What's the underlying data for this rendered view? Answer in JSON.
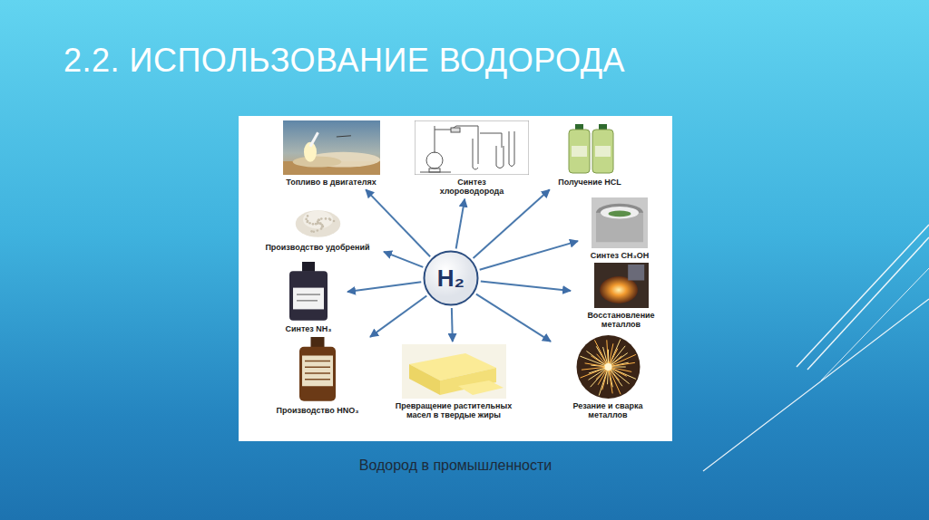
{
  "diagram": {
    "title": "2.2. ИСПОЛЬЗОВАНИЕ ВОДОРОДА",
    "caption": "Водород в промышленности",
    "nodes": [
      {
        "text": [
          "H₂"
        ]
      },
      {
        "text": [
          "Топливо в двигателях"
        ]
      },
      {
        "text": [
          "Синтез хлороводорода"
        ]
      },
      {
        "text": [
          "Получение HCL"
        ]
      },
      {
        "text": [
          "Синтез CH₃OH"
        ]
      },
      {
        "text": [
          "Восстановление металлов"
        ]
      },
      {
        "text": [
          "Резание и сварка металлов"
        ]
      },
      {
        "text": [
          "Превращение растительных масел в твердые жиры"
        ]
      },
      {
        "text": [
          "Производство HNO₃"
        ]
      },
      {
        "text": [
          "Синтез NH₃"
        ]
      },
      {
        "text": [
          "Производство удобрений"
        ]
      }
    ],
    "edges": [
      {
        "from": 0,
        "to": 1,
        "arrow": "to"
      },
      {
        "from": 0,
        "to": 2,
        "arrow": "to"
      },
      {
        "from": 0,
        "to": 3,
        "arrow": "to"
      },
      {
        "from": 0,
        "to": 4,
        "arrow": "to"
      },
      {
        "from": 0,
        "to": 5,
        "arrow": "to"
      },
      {
        "from": 0,
        "to": 6,
        "arrow": "to"
      },
      {
        "from": 0,
        "to": 7,
        "arrow": "to"
      },
      {
        "from": 0,
        "to": 8,
        "arrow": "to"
      },
      {
        "from": 0,
        "to": 9,
        "arrow": "to"
      },
      {
        "from": 0,
        "to": 10,
        "arrow": "to"
      }
    ]
  }
}
